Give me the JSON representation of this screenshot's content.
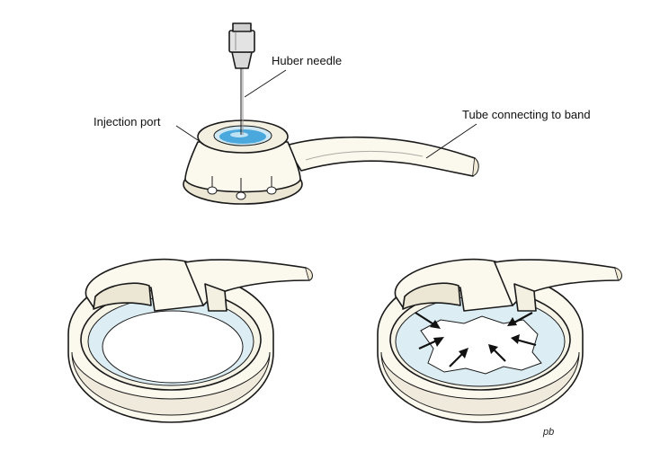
{
  "labels": {
    "huber_needle": "Huber needle",
    "injection_port": "Injection port",
    "tube": "Tube connecting to band",
    "signature": "pb"
  },
  "colors": {
    "device_fill": "#fbf8ee",
    "device_shade": "#e6e1cf",
    "fluid": "#4aa8dc",
    "fluid_light": "#cfe8f3",
    "band_inner": "#dceef4",
    "line": "#1a1a1a"
  }
}
